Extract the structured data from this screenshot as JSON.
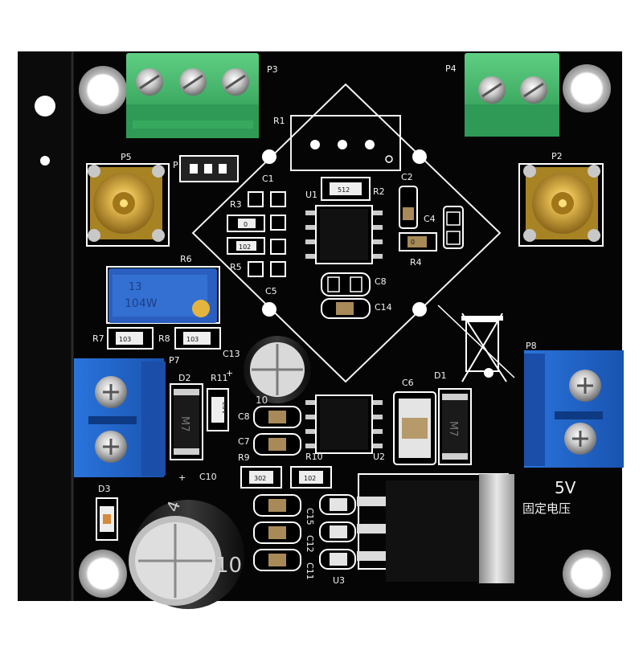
{
  "board": {
    "colors": {
      "pcb": "#050505",
      "silkscreen": "#f2f2f2",
      "terminal_green": "#3cae64",
      "terminal_blue": "#1f63c8",
      "sma_gold": "#c9a23c",
      "pot_blue": "#2a5fc0"
    },
    "connectors": {
      "p3": "P3",
      "p4": "P4",
      "p5": "P5",
      "p2": "P2",
      "p7": "P7",
      "p8": "P8",
      "p1": "P"
    },
    "resistors": {
      "r1": "R1",
      "r2": "R2",
      "r3": "R3",
      "r4": "R4",
      "r5": "R5",
      "r6": "R6",
      "r7": "R7",
      "r8": "R8",
      "r9": "R9",
      "r10": "R10",
      "r11": "R11"
    },
    "capacitors": {
      "c1": "C1",
      "c2": "C2",
      "c4": "C4",
      "c5": "C5",
      "c6": "C6",
      "c7": "C7",
      "c8": "C8",
      "c9": "C6",
      "c10": "C10",
      "c11": "C11",
      "c12": "C12",
      "c13": "C13",
      "c14": "C14",
      "c15": "C15",
      "c16": "C8"
    },
    "ics": {
      "u1": "U1",
      "u2": "U2",
      "u3": "U3"
    },
    "diodes": {
      "d1": "D1",
      "d2": "D2",
      "d3": "D3"
    },
    "codes": {
      "r2": "512",
      "r5": "102",
      "r3": "0",
      "r4": "0",
      "r7": "103",
      "r8": "103",
      "r11": "102",
      "r9": "302",
      "r10": "102",
      "d1": "M7",
      "d2": "M7",
      "pot_top": "13",
      "pot_bottom": "104W",
      "cap_big": "10",
      "cap_big_mark": "4",
      "cap_small": "10"
    },
    "regulator_label": "5V",
    "regulator_note": "固定电压",
    "plus_sign_c10": "+",
    "plus_sign_c13": "+"
  }
}
